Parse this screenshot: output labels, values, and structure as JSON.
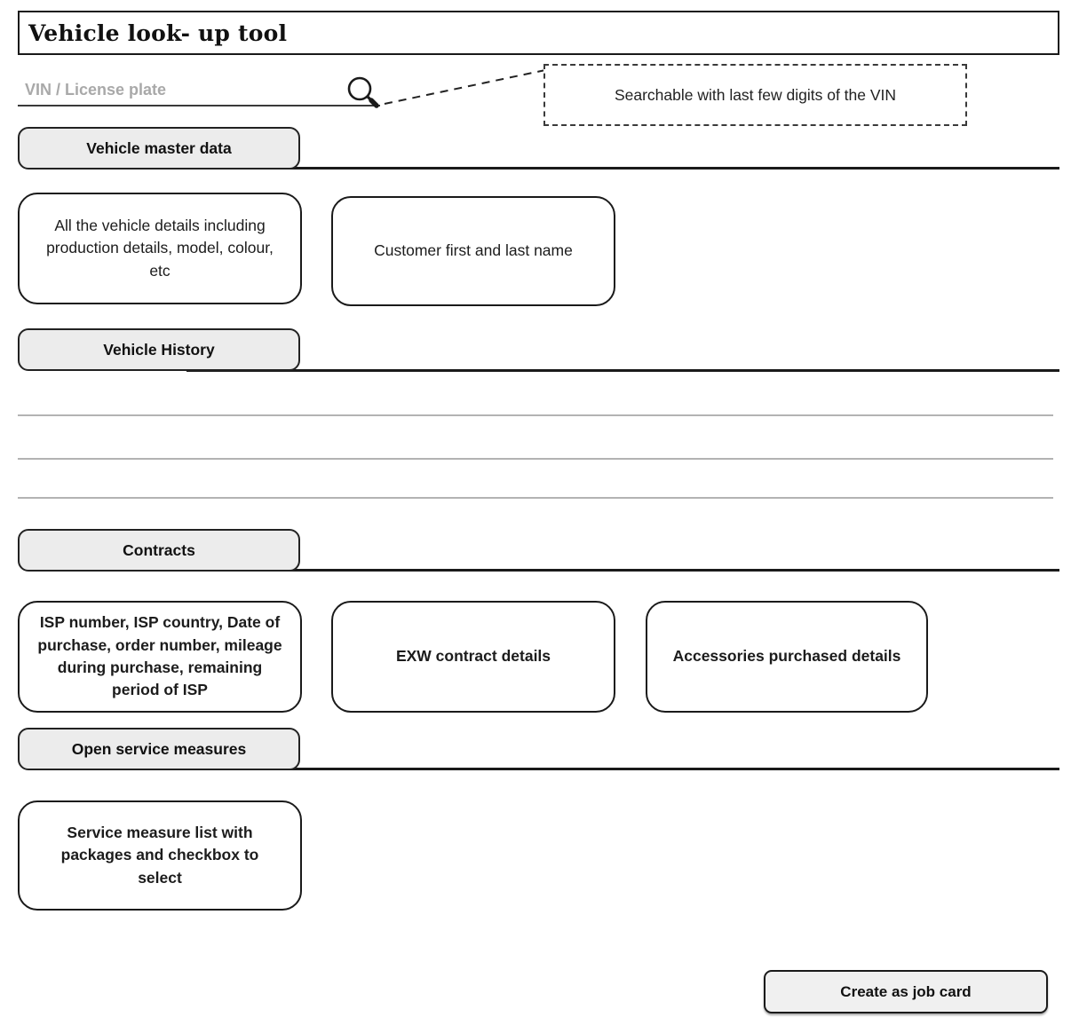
{
  "title": "Vehicle look- up tool",
  "search": {
    "placeholder": "VIN / License plate",
    "icon": "magnifier-icon",
    "annotation": "Searchable with last few digits of the VIN"
  },
  "sections": {
    "master_data": {
      "label": "Vehicle master data",
      "cards": [
        "All the vehicle details including production details, model, colour, etc",
        "Customer first and last name"
      ]
    },
    "history": {
      "label": "Vehicle History",
      "empty_row_count": 3
    },
    "contracts": {
      "label": "Contracts",
      "cards": [
        "ISP number, ISP country, Date of purchase, order number, mileage during purchase, remaining period of ISP",
        "EXW contract details",
        "Accessories purchased details"
      ]
    },
    "service_measures": {
      "label": "Open service measures",
      "cards": [
        "Service measure list with packages and checkbox to select"
      ]
    }
  },
  "footer": {
    "create_button": "Create as job card"
  },
  "colors": {
    "border": "#1a1a1a",
    "section_button_fill": "#ececec",
    "create_button_fill": "#f0f0f0",
    "placeholder_text": "#a9a9a9",
    "history_row_line": "#b3b3b3",
    "background": "#ffffff"
  }
}
